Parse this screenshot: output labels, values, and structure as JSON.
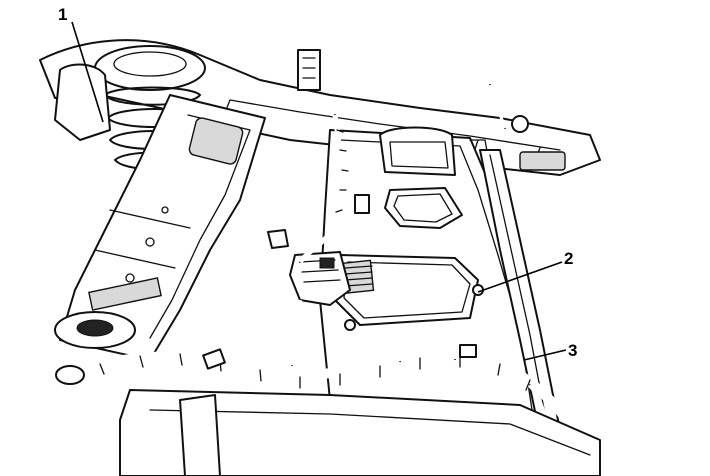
{
  "callouts": [
    {
      "id": "1",
      "label": "1"
    },
    {
      "id": "2",
      "label": "2"
    },
    {
      "id": "3",
      "label": "3"
    }
  ],
  "colors": {
    "ink": "#111111",
    "background": "#ffffff",
    "shade": "#d9d9d9"
  }
}
